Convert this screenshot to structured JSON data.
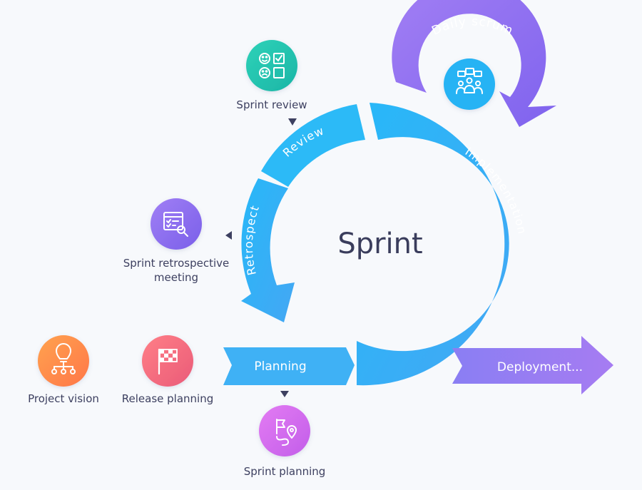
{
  "center": {
    "title": "Sprint"
  },
  "phases": {
    "review": "Review",
    "retrospect": "Retrospect",
    "implementation": "Implementation",
    "planning": "Planning",
    "deployment": "Deployment...",
    "daily_scrum": "Daily scrum"
  },
  "events": {
    "sprint_review": "Sprint review",
    "retro_line1": "Sprint retrospective",
    "retro_line2": "meeting",
    "project_vision": "Project vision",
    "release_planning": "Release planning",
    "sprint_planning": "Sprint planning"
  },
  "icons": {
    "sprint_review": "feedback-grid-icon",
    "retrospective": "checklist-search-icon",
    "project_vision": "lightbulb-network-icon",
    "release_planning": "checkered-flag-icon",
    "sprint_planning": "flag-route-icon",
    "daily_scrum": "team-meeting-icon"
  },
  "colors": {
    "cycle_blue": "#29b6f6",
    "cycle_blue_light": "#4fc3f7",
    "daily_scrum_purple": "#9b7bf2",
    "deployment_purple": "#8e7cf1",
    "review_teal": "#22c3b0",
    "vision_orange": "#ff8a4c",
    "release_red": "#f36b7f",
    "planning_pink": "#d36bf0",
    "retro_violet": "#8f6ff0",
    "scrum_icon_blue": "#29b6f6",
    "text_dark": "#3d4060"
  }
}
